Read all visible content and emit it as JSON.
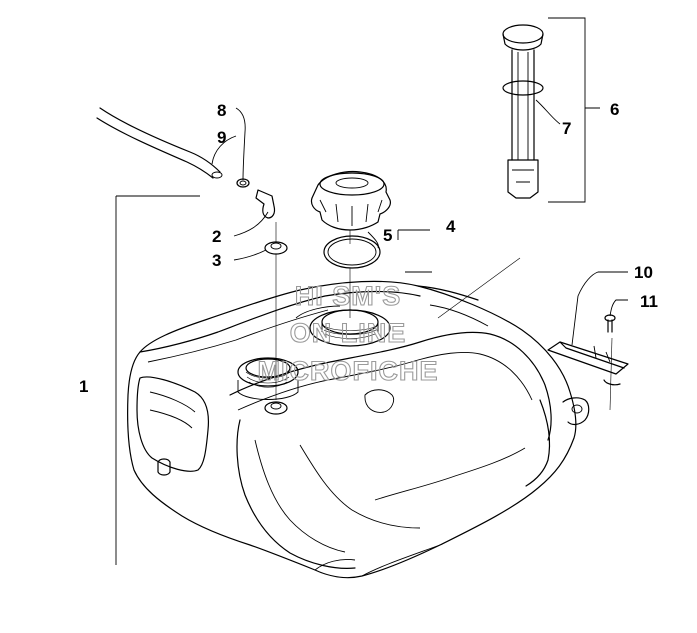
{
  "callouts": {
    "c1": "1",
    "c2": "2",
    "c3": "3",
    "c4": "4",
    "c5": "5",
    "c6": "6",
    "c7": "7",
    "c8": "8",
    "c9": "9",
    "c10": "10",
    "c11": "11"
  },
  "watermark": {
    "line1": "HI SM'S",
    "line2": "ON LINE",
    "line3": "MICROFICHE"
  },
  "parts": {
    "fuel_tank": "fuel-tank-part",
    "fuel_cap": "fuel-cap-part",
    "gasket": "gasket-part",
    "sending_unit": "fuel-sending-unit-part",
    "vent_hose": "vent-hose-part",
    "clamp": "hose-clamp-part",
    "vent_fitting": "vent-fitting-part",
    "grommet": "grommet-part",
    "bracket": "bracket-part",
    "screw": "screw-part"
  }
}
